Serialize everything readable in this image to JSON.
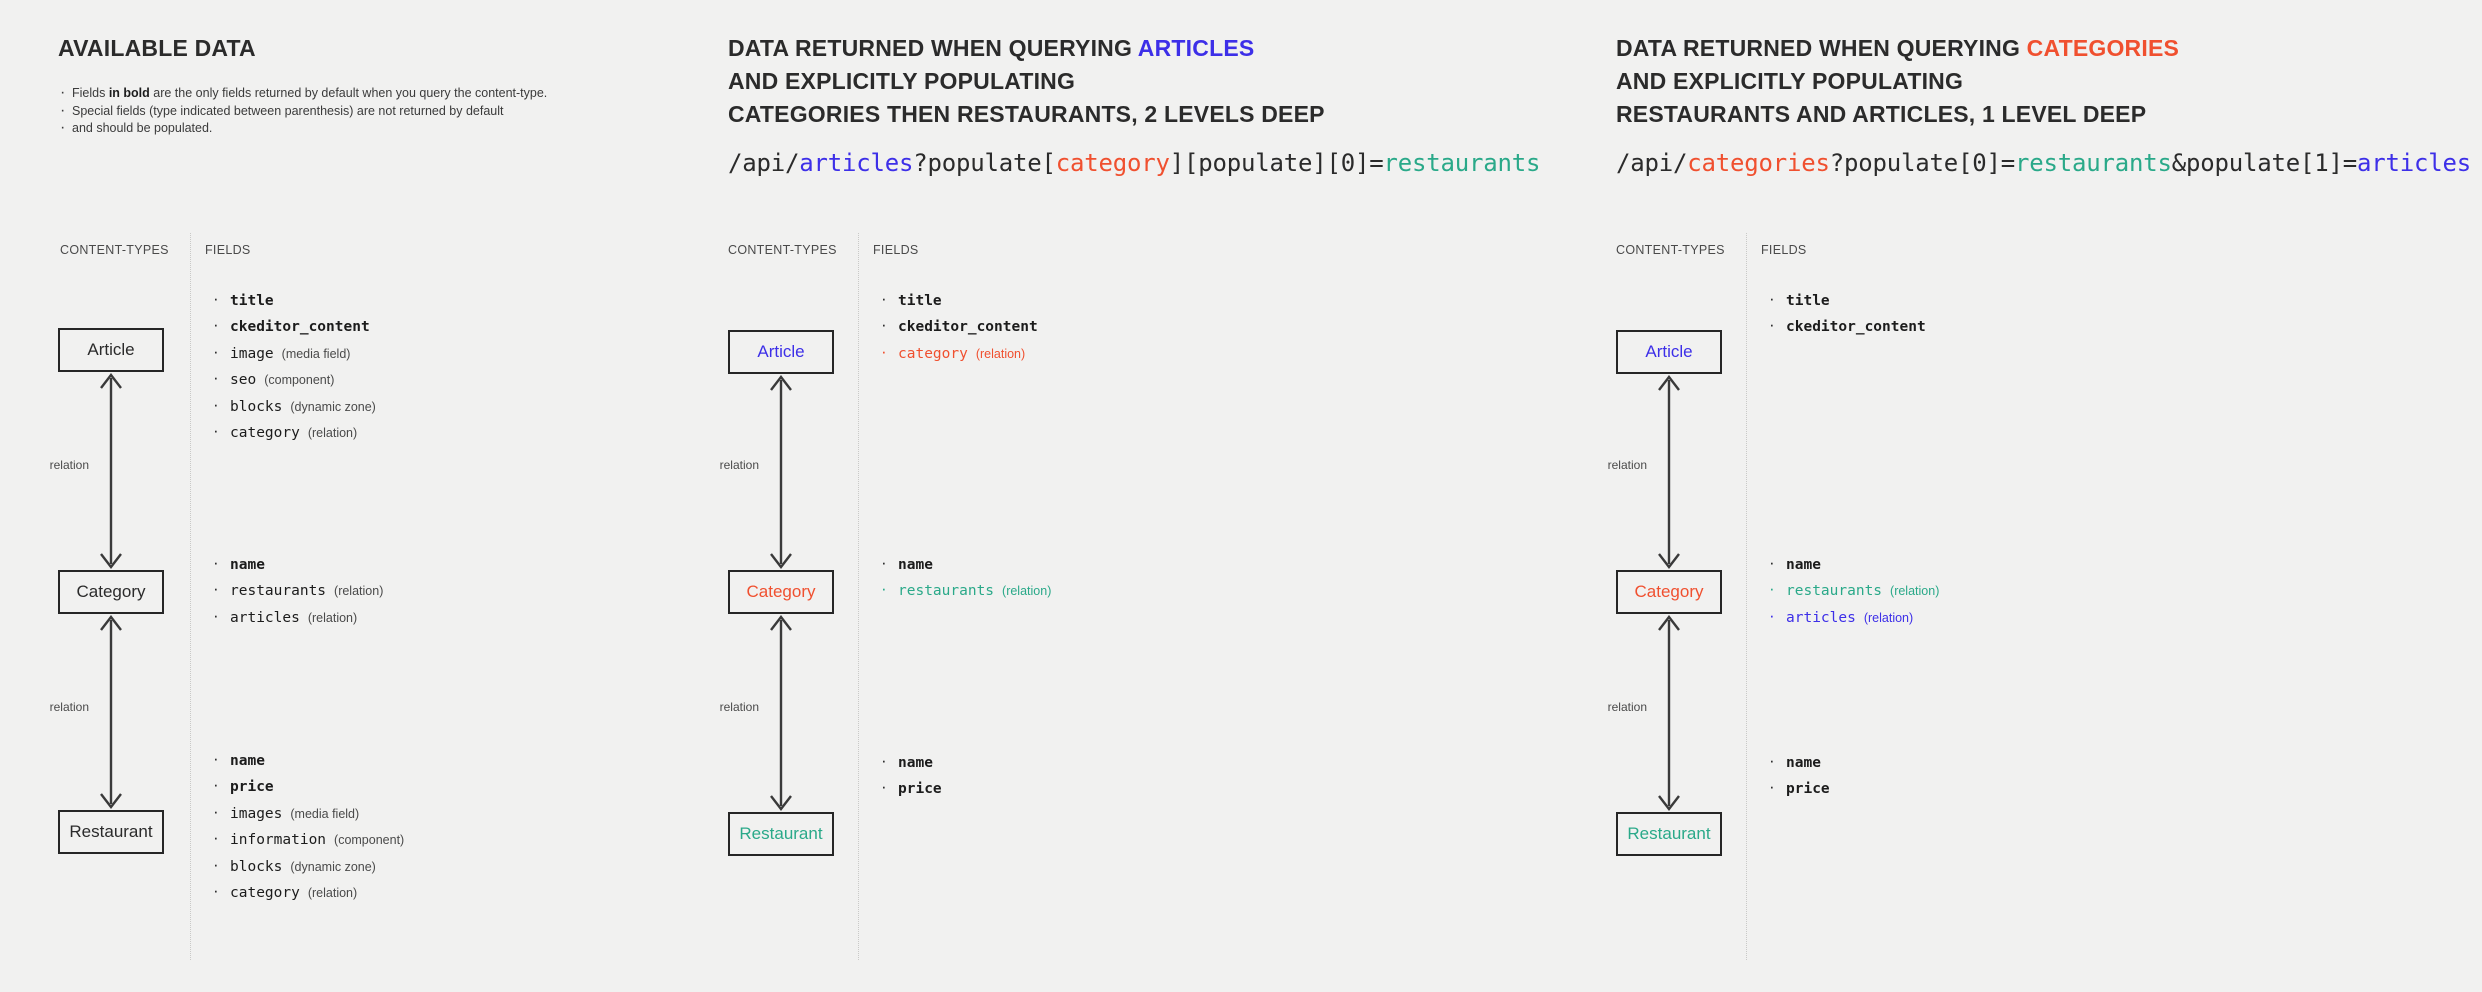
{
  "colors": {
    "background": "#f1f1f0",
    "ink": "#2b2b2b",
    "articles_blue": "#3d2fe8",
    "categories_red": "#f0502f",
    "restaurants_teal": "#2aa989",
    "box_border": "#262626",
    "divider": "#c9c9c7"
  },
  "panels": [
    {
      "id": "available-data",
      "title": "AVAILABLE DATA",
      "heading_lines": [
        {
          "text": "AVAILABLE DATA",
          "color": "ink"
        }
      ],
      "notes": [
        {
          "pre": "Fields ",
          "bold": "in bold",
          "post": " are the only fields returned by default when you query the content-type."
        },
        {
          "pre": "Special fields (type indicated between parenthesis) are not returned by default",
          "bold": "",
          "post": ""
        },
        {
          "pre": "and should be populated.",
          "bold": "",
          "post": "",
          "continuation": true
        }
      ],
      "column_labels": {
        "content_types": "CONTENT-TYPES",
        "fields": "FIELDS"
      },
      "relation_label": "relation",
      "nodes": [
        {
          "name": "Article",
          "color": "ink"
        },
        {
          "name": "Category",
          "color": "ink"
        },
        {
          "name": "Restaurant",
          "color": "ink"
        }
      ],
      "field_groups": [
        {
          "node": "Article",
          "fields": [
            {
              "name": "title",
              "type": "",
              "bold": true,
              "color": "dark"
            },
            {
              "name": "ckeditor_content",
              "type": "",
              "bold": true,
              "color": "dark"
            },
            {
              "name": "image",
              "type": "(media field)",
              "bold": false,
              "color": "dark"
            },
            {
              "name": "seo",
              "type": "(component)",
              "bold": false,
              "color": "dark"
            },
            {
              "name": "blocks",
              "type": "(dynamic zone)",
              "bold": false,
              "color": "dark"
            },
            {
              "name": "category",
              "type": "(relation)",
              "bold": false,
              "color": "dark"
            }
          ]
        },
        {
          "node": "Category",
          "fields": [
            {
              "name": "name",
              "type": "",
              "bold": true,
              "color": "dark"
            },
            {
              "name": "restaurants",
              "type": "(relation)",
              "bold": false,
              "color": "dark"
            },
            {
              "name": "articles",
              "type": "(relation)",
              "bold": false,
              "color": "dark"
            }
          ]
        },
        {
          "node": "Restaurant",
          "fields": [
            {
              "name": "name",
              "type": "",
              "bold": true,
              "color": "dark"
            },
            {
              "name": "price",
              "type": "",
              "bold": true,
              "color": "dark"
            },
            {
              "name": "images",
              "type": "(media field)",
              "bold": false,
              "color": "dark"
            },
            {
              "name": "information",
              "type": "(component)",
              "bold": false,
              "color": "dark"
            },
            {
              "name": "blocks",
              "type": "(dynamic zone)",
              "bold": false,
              "color": "dark"
            },
            {
              "name": "category",
              "type": "(relation)",
              "bold": false,
              "color": "dark"
            }
          ]
        }
      ]
    },
    {
      "id": "query-articles",
      "heading_lines": [
        {
          "parts": [
            {
              "text": "DATA RETURNED WHEN QUERYING ",
              "color": "ink"
            },
            {
              "text": "ARTICLES",
              "color": "articles_blue"
            }
          ]
        },
        {
          "parts": [
            {
              "text": "AND EXPLICITLY POPULATING",
              "color": "ink"
            }
          ]
        },
        {
          "parts": [
            {
              "text": "CATEGORIES THEN RESTAURANTS, 2 LEVELS DEEP",
              "color": "ink"
            }
          ]
        }
      ],
      "api_url_parts": [
        {
          "text": "/api/",
          "color": "ink"
        },
        {
          "text": "articles",
          "color": "articles_blue"
        },
        {
          "text": "?populate[",
          "color": "ink"
        },
        {
          "text": "category",
          "color": "categories_red"
        },
        {
          "text": "][populate][0]=",
          "color": "ink"
        },
        {
          "text": "restaurants",
          "color": "restaurants_teal"
        }
      ],
      "api_url_plain": "/api/articles?populate[category][populate][0]=restaurants",
      "column_labels": {
        "content_types": "CONTENT-TYPES",
        "fields": "FIELDS"
      },
      "relation_label": "relation",
      "nodes": [
        {
          "name": "Article",
          "color": "articles_blue"
        },
        {
          "name": "Category",
          "color": "categories_red"
        },
        {
          "name": "Restaurant",
          "color": "restaurants_teal"
        }
      ],
      "field_groups": [
        {
          "node": "Article",
          "fields": [
            {
              "name": "title",
              "type": "",
              "bold": true,
              "color": "dark"
            },
            {
              "name": "ckeditor_content",
              "type": "",
              "bold": true,
              "color": "dark"
            },
            {
              "name": "category",
              "type": "(relation)",
              "bold": false,
              "color": "red"
            }
          ]
        },
        {
          "node": "Category",
          "fields": [
            {
              "name": "name",
              "type": "",
              "bold": true,
              "color": "dark"
            },
            {
              "name": "restaurants",
              "type": "(relation)",
              "bold": false,
              "color": "teal"
            }
          ]
        },
        {
          "node": "Restaurant",
          "fields": [
            {
              "name": "name",
              "type": "",
              "bold": true,
              "color": "dark"
            },
            {
              "name": "price",
              "type": "",
              "bold": true,
              "color": "dark"
            }
          ]
        }
      ]
    },
    {
      "id": "query-categories",
      "heading_lines": [
        {
          "parts": [
            {
              "text": "DATA RETURNED WHEN QUERYING ",
              "color": "ink"
            },
            {
              "text": "CATEGORIES",
              "color": "categories_red"
            }
          ]
        },
        {
          "parts": [
            {
              "text": "AND EXPLICITLY POPULATING",
              "color": "ink"
            }
          ]
        },
        {
          "parts": [
            {
              "text": "RESTAURANTS AND ARTICLES, 1 LEVEL DEEP",
              "color": "ink"
            }
          ]
        }
      ],
      "api_url_parts": [
        {
          "text": "/api/",
          "color": "ink"
        },
        {
          "text": "categories",
          "color": "categories_red"
        },
        {
          "text": "?populate[0]=",
          "color": "ink"
        },
        {
          "text": "restaurants",
          "color": "restaurants_teal"
        },
        {
          "text": "&populate[1]=",
          "color": "ink"
        },
        {
          "text": "articles",
          "color": "articles_blue"
        }
      ],
      "api_url_plain": "/api/categories?populate[0]=restaurants&populate[1]=articles",
      "column_labels": {
        "content_types": "CONTENT-TYPES",
        "fields": "FIELDS"
      },
      "relation_label": "relation",
      "nodes": [
        {
          "name": "Article",
          "color": "articles_blue"
        },
        {
          "name": "Category",
          "color": "categories_red"
        },
        {
          "name": "Restaurant",
          "color": "restaurants_teal"
        }
      ],
      "field_groups": [
        {
          "node": "Article",
          "fields": [
            {
              "name": "title",
              "type": "",
              "bold": true,
              "color": "dark"
            },
            {
              "name": "ckeditor_content",
              "type": "",
              "bold": true,
              "color": "dark"
            }
          ]
        },
        {
          "node": "Category",
          "fields": [
            {
              "name": "name",
              "type": "",
              "bold": true,
              "color": "dark"
            },
            {
              "name": "restaurants",
              "type": "(relation)",
              "bold": false,
              "color": "teal"
            },
            {
              "name": "articles",
              "type": "(relation)",
              "bold": false,
              "color": "blue"
            }
          ]
        },
        {
          "node": "Restaurant",
          "fields": [
            {
              "name": "name",
              "type": "",
              "bold": true,
              "color": "dark"
            },
            {
              "name": "price",
              "type": "",
              "bold": true,
              "color": "dark"
            }
          ]
        }
      ]
    }
  ]
}
